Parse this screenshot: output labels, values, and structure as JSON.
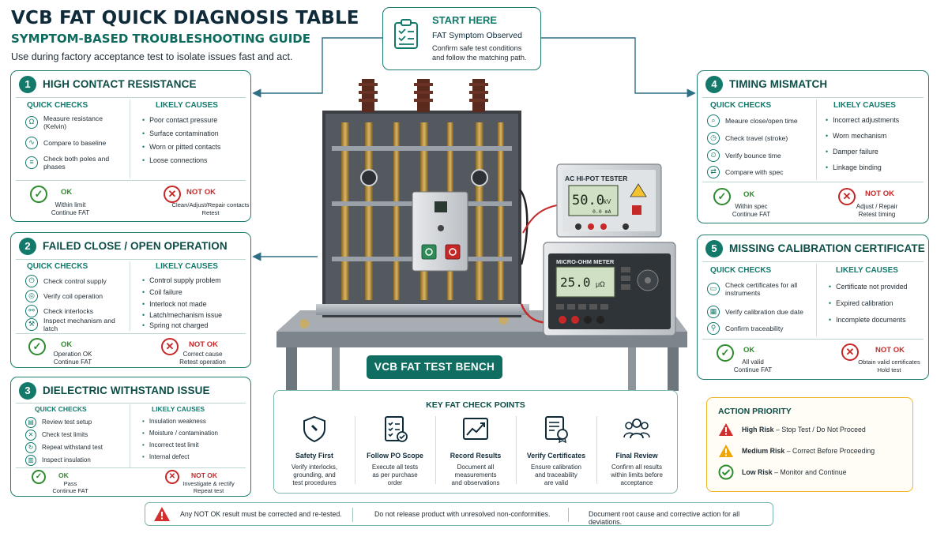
{
  "header": {
    "title": "VCB FAT QUICK DIAGNOSIS TABLE",
    "subtitle": "SYMPTOM-BASED TROUBLESHOOTING GUIDE",
    "intro": "Use during factory acceptance test to isolate issues fast and act."
  },
  "start": {
    "title": "START HERE",
    "subtitle": "FAT Symptom Observed",
    "desc_1": "Confirm safe test conditions",
    "desc_2": "and follow the matching path."
  },
  "labels": {
    "quick_checks": "QUICK CHECKS",
    "likely_causes": "LIKELY CAUSES",
    "ok": "OK",
    "not_ok": "NOT OK"
  },
  "cards": [
    {
      "number": "1",
      "title": "HIGH CONTACT RESISTANCE",
      "checks": [
        "Measure resistance (Kelvin)",
        "Compare to baseline",
        "Check both poles and phases"
      ],
      "causes": [
        "Poor contact pressure",
        "Surface contamination",
        "Worn or pitted contacts",
        "Loose connections"
      ],
      "ok_text_1": "Within limit",
      "ok_text_2": "Continue FAT",
      "nok_text_1": "Clean/Adjust/Repair contacts",
      "nok_text_2": "Retest"
    },
    {
      "number": "2",
      "title": "FAILED CLOSE / OPEN OPERATION",
      "checks": [
        "Check control supply",
        "Verify coil operation",
        "Check interlocks",
        "Inspect mechanism and latch"
      ],
      "causes": [
        "Control supply problem",
        "Coil failure",
        "Interlock not made",
        "Latch/mechanism issue",
        "Spring not charged"
      ],
      "ok_text_1": "Operation OK",
      "ok_text_2": "Continue FAT",
      "nok_text_1": "Correct cause",
      "nok_text_2": "Retest operation"
    },
    {
      "number": "3",
      "title": "DIELECTRIC WITHSTAND ISSUE",
      "checks": [
        "Review test setup",
        "Check test limits",
        "Repeat withstand test",
        "Inspect insulation"
      ],
      "causes": [
        "Insulation weakness",
        "Moisture / contamination",
        "Incorrect test limit",
        "Internal defect"
      ],
      "ok_text_1": "Pass",
      "ok_text_2": "Continue FAT",
      "nok_text_1": "Investigate & rectify",
      "nok_text_2": "Repeat test"
    },
    {
      "number": "4",
      "title": "TIMING MISMATCH",
      "checks": [
        "Meaure close/open time",
        "Check travel (stroke)",
        "Verify bounce time",
        "Compare with spec"
      ],
      "causes": [
        "Incorrect adjustments",
        "Worn mechanism",
        "Damper failure",
        "Linkage binding"
      ],
      "ok_text_1": "Within spec",
      "ok_text_2": "Continue FAT",
      "nok_text_1": "Adjust / Repair",
      "nok_text_2": "Retest timing"
    },
    {
      "number": "5",
      "title": "MISSING CALIBRATION CERTIFICATE",
      "checks": [
        "Check certificates for all instruments",
        "Verify calibration due date",
        "Confirm traceability"
      ],
      "causes": [
        "Certificate not provided",
        "Expired calibration",
        "Incomplete documents"
      ],
      "ok_text_1": "All valid",
      "ok_text_2": "Continue FAT",
      "nok_text_1": "Obtain valid certificates",
      "nok_text_2": "Hold test"
    }
  ],
  "bench": {
    "label": "VCB FAT TEST BENCH",
    "hipot_title": "AC HI-POT TESTER",
    "hipot_reading": "50.0",
    "hipot_unit": "kV",
    "hipot_sub": "0.0 mA",
    "ohm_title": "MICRO-OHM METER",
    "ohm_reading": "25.0",
    "ohm_unit": "μΩ"
  },
  "key_points": {
    "title": "KEY FAT CHECK POINTS",
    "items": [
      {
        "name": "Safety First",
        "desc": [
          "Verify interlocks,",
          "grounding, and",
          "test procedures"
        ],
        "icon": "shield-icon"
      },
      {
        "name": "Follow PO Scope",
        "desc": [
          "Execute all tests",
          "as per purchase",
          "order"
        ],
        "icon": "checklist-icon"
      },
      {
        "name": "Record Results",
        "desc": [
          "Document all",
          "measurements",
          "and observations"
        ],
        "icon": "trend-chart-icon"
      },
      {
        "name": "Verify Certificates",
        "desc": [
          "Ensure calibration",
          "and traceability",
          "are valid"
        ],
        "icon": "certificate-icon"
      },
      {
        "name": "Final Review",
        "desc": [
          "Confirm all results",
          "within limits before",
          "acceptance"
        ],
        "icon": "team-icon"
      }
    ]
  },
  "priority": {
    "title": "ACTION PRIORITY",
    "rows": [
      {
        "level": "High Risk",
        "action": " – Stop Test / Do Not Proceed",
        "color": "#d32f2f"
      },
      {
        "level": "Medium Risk",
        "action": " – Correct Before Proceeding",
        "color": "#f0a500"
      },
      {
        "level": "Low Risk",
        "action": " – Monitor and Continue",
        "color": "#2e8b2e"
      }
    ]
  },
  "footer": {
    "note_1": "Any NOT OK result must be corrected and re-tested.",
    "note_2": "Do not release product with unresolved non-conformities.",
    "note_3": "Document root cause and corrective action for all deviations."
  },
  "colors": {
    "accent": "#12796b",
    "ok": "#2e8b2e",
    "not_ok": "#c62828",
    "warning": "#f0b429"
  }
}
